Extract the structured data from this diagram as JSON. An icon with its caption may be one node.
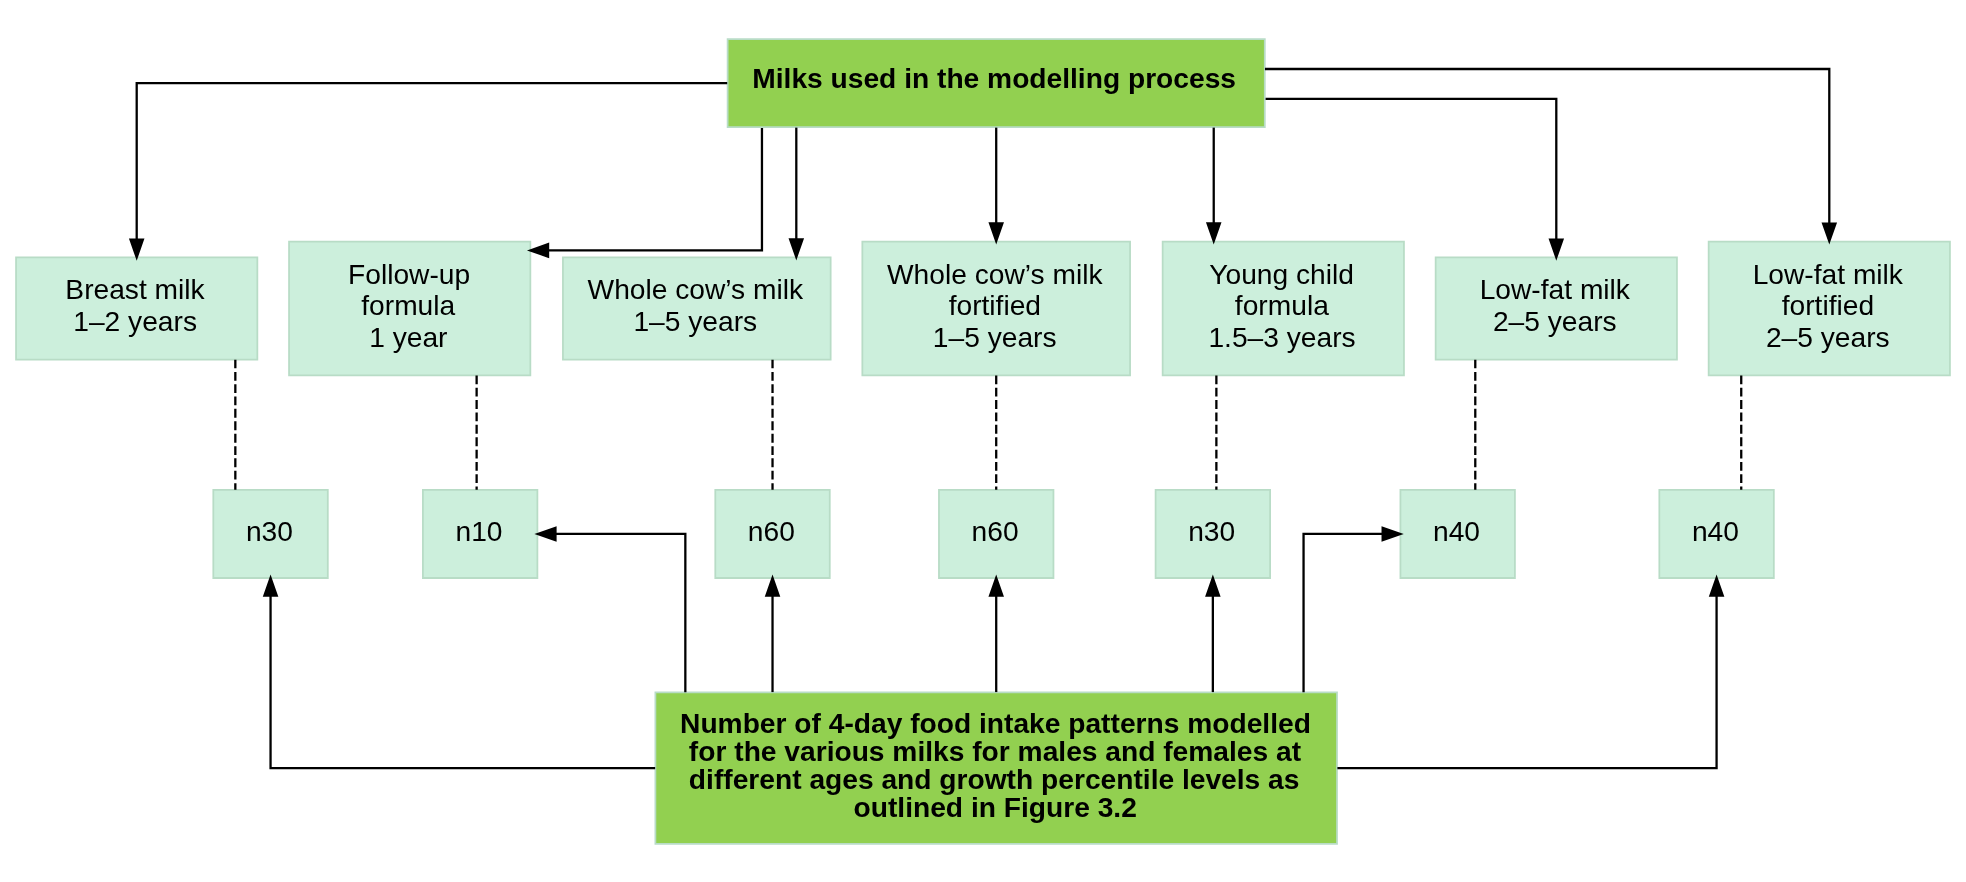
{
  "diagram": {
    "nodes": [
      {
        "text": [
          "Milks used in the modelling process"
        ]
      },
      {
        "text": [
          "Breast milk",
          "1–2 years"
        ]
      },
      {
        "text": [
          "Follow-up formula",
          "1 year"
        ]
      },
      {
        "text": [
          "Whole cow’s milk",
          "1–5 years"
        ]
      },
      {
        "text": [
          "Whole cow’s milk fortified",
          "1–5 years"
        ]
      },
      {
        "text": [
          "Young child formula",
          "1.5–3 years"
        ]
      },
      {
        "text": [
          "Low-fat milk",
          "2–5 years"
        ]
      },
      {
        "text": [
          "Low-fat milk fortified",
          "2–5 years"
        ]
      },
      {
        "text": [
          "n30"
        ]
      },
      {
        "text": [
          "n10"
        ]
      },
      {
        "text": [
          "n60"
        ]
      },
      {
        "text": [
          "n60"
        ]
      },
      {
        "text": [
          "n30"
        ]
      },
      {
        "text": [
          "n40"
        ]
      },
      {
        "text": [
          "n40"
        ]
      },
      {
        "text": [
          "Number of 4-day food intake patterns modelled for the various milks for males and females at different ages and growth percentile levels as outlined in Figure 3.2"
        ]
      }
    ],
    "edges": [
      {
        "from": 0,
        "to": 1,
        "arrow": "to"
      },
      {
        "from": 0,
        "to": 2,
        "arrow": "to"
      },
      {
        "from": 0,
        "to": 3,
        "arrow": "to"
      },
      {
        "from": 0,
        "to": 4,
        "arrow": "to"
      },
      {
        "from": 0,
        "to": 5,
        "arrow": "to"
      },
      {
        "from": 0,
        "to": 6,
        "arrow": "to"
      },
      {
        "from": 0,
        "to": 7,
        "arrow": "to"
      },
      {
        "from": 1,
        "to": 8,
        "arrow": "none",
        "style": "dashed"
      },
      {
        "from": 2,
        "to": 9,
        "arrow": "none",
        "style": "dashed"
      },
      {
        "from": 3,
        "to": 10,
        "arrow": "none",
        "style": "dashed"
      },
      {
        "from": 4,
        "to": 11,
        "arrow": "none",
        "style": "dashed"
      },
      {
        "from": 5,
        "to": 12,
        "arrow": "none",
        "style": "dashed"
      },
      {
        "from": 6,
        "to": 13,
        "arrow": "none",
        "style": "dashed"
      },
      {
        "from": 7,
        "to": 14,
        "arrow": "none",
        "style": "dashed"
      },
      {
        "from": 15,
        "to": 8,
        "arrow": "to"
      },
      {
        "from": 15,
        "to": 9,
        "arrow": "to"
      },
      {
        "from": 15,
        "to": 10,
        "arrow": "to"
      },
      {
        "from": 15,
        "to": 11,
        "arrow": "to"
      },
      {
        "from": 15,
        "to": 12,
        "arrow": "to"
      },
      {
        "from": 15,
        "to": 13,
        "arrow": "to"
      },
      {
        "from": 15,
        "to": 14,
        "arrow": "to"
      }
    ]
  }
}
